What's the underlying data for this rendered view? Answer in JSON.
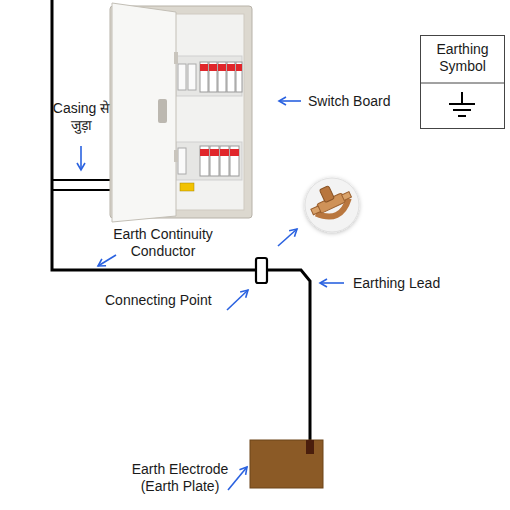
{
  "diagram": {
    "nodes": [
      {
        "text": [
          "Earthing Symbol"
        ]
      }
    ],
    "labels": [
      "Switch Board",
      "Casing से जुड़ा",
      "Earth Continuity Conductor",
      "Connecting Point",
      "Earthing Lead",
      "Earth Electrode (Earth Plate)"
    ]
  }
}
